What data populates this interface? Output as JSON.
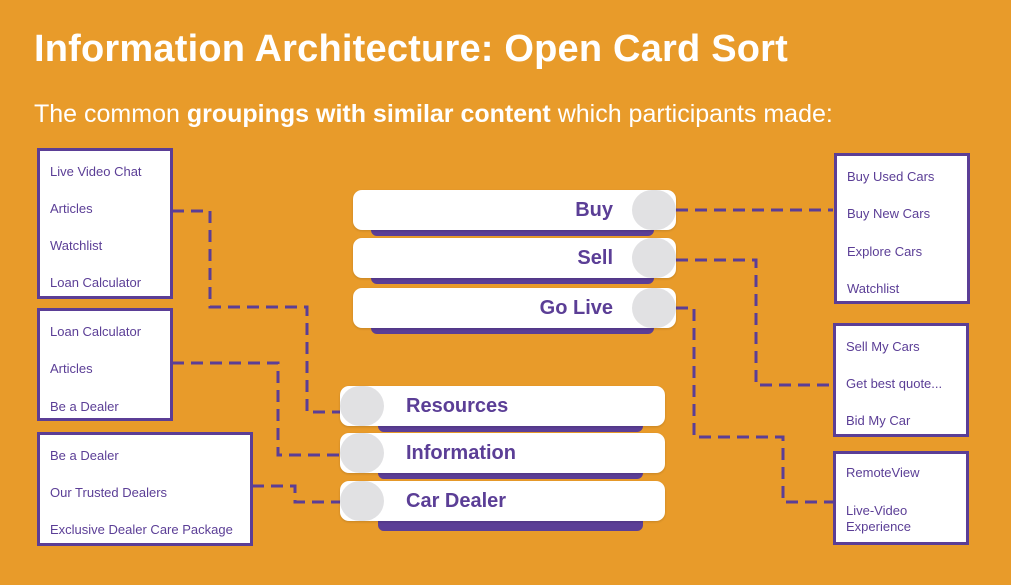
{
  "title": "Information Architecture: Open Card Sort",
  "subtitle": {
    "pre": "The common ",
    "bold": "groupings with similar content",
    "post": " which participants made:"
  },
  "left_groups": [
    {
      "items": [
        "Live Video Chat",
        "Articles",
        "Watchlist",
        "Loan Calculator"
      ]
    },
    {
      "items": [
        "Loan Calculator",
        "Articles",
        "Be a Dealer"
      ]
    },
    {
      "items": [
        "Be a Dealer",
        "Our Trusted Dealers",
        "Exclusive Dealer Care Package"
      ]
    }
  ],
  "right_groups": [
    {
      "items": [
        "Buy Used Cars",
        "Buy New Cars",
        "Explore Cars",
        "Watchlist"
      ]
    },
    {
      "items": [
        "Sell My Cars",
        "Get best quote...",
        "Bid My Car"
      ]
    },
    {
      "items": [
        "RemoteView",
        "Live-Video Experience"
      ]
    }
  ],
  "top_categories": [
    "Buy",
    "Sell",
    "Go Live"
  ],
  "bottom_categories": [
    "Resources",
    "Information",
    "Car Dealer"
  ],
  "colors": {
    "background": "#E89B2A",
    "accent": "#5B3E96",
    "card": "#FFFFFF",
    "knob": "#E1E1E3"
  }
}
